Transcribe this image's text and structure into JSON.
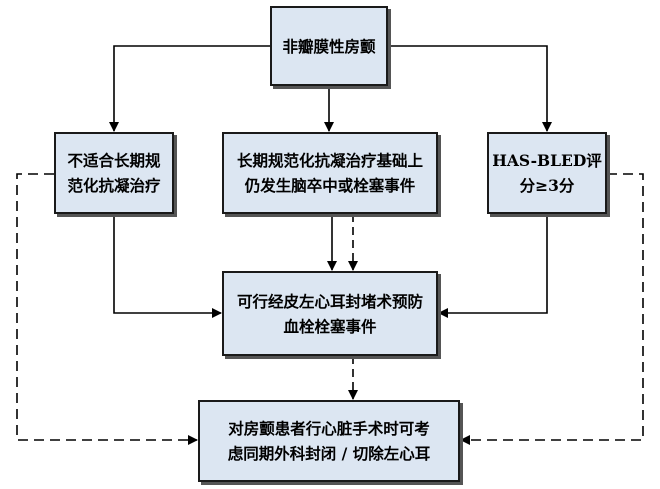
{
  "nodes": {
    "top": {
      "lines": [
        "非瓣膜性房颤"
      ]
    },
    "left": {
      "lines": [
        "不适合长期规",
        "范化抗凝治疗"
      ]
    },
    "middle": {
      "lines": [
        "长期规范化抗凝治疗基础上",
        "仍发生脑卒中或栓塞事件"
      ]
    },
    "right": {
      "lines": [
        "HAS-BLED评",
        "分≥3分"
      ]
    },
    "lower": {
      "lines": [
        "可行经皮左心耳封堵术预防",
        "血栓栓塞事件"
      ]
    },
    "bottom": {
      "lines": [
        "对房颤患者行心脏手术时可考",
        "虑同期外科封闭 / 切除左心耳"
      ]
    }
  },
  "edges": [
    {
      "from": "top",
      "to": "left",
      "style": "solid"
    },
    {
      "from": "top",
      "to": "middle",
      "style": "solid"
    },
    {
      "from": "top",
      "to": "right",
      "style": "solid"
    },
    {
      "from": "left",
      "to": "lower",
      "style": "solid"
    },
    {
      "from": "middle",
      "to": "lower",
      "style": "solid"
    },
    {
      "from": "middle",
      "to": "lower",
      "style": "dashed"
    },
    {
      "from": "right",
      "to": "lower",
      "style": "solid"
    },
    {
      "from": "lower",
      "to": "bottom",
      "style": "dashed"
    },
    {
      "from": "left",
      "to": "bottom",
      "style": "dashed"
    },
    {
      "from": "right",
      "to": "bottom",
      "style": "dashed"
    }
  ],
  "colors": {
    "box_fill": "#dce6f2",
    "box_border": "#1a1a1a",
    "line": "#000000"
  }
}
